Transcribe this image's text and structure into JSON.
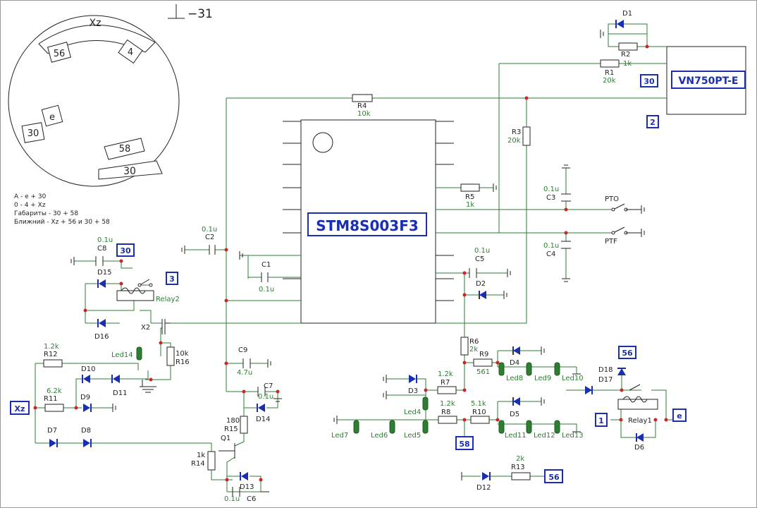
{
  "ground_title": "−31",
  "connector": {
    "pins": {
      "xz": "Xz",
      "p56": "56",
      "p4": "4",
      "e": "e",
      "p30a": "30",
      "p58": "58",
      "p30b": "30"
    }
  },
  "notes": {
    "line1": "A - e + 30",
    "line2": "0 - 4 + Xz",
    "line3": "Габариты - 30 + 58",
    "line4": "Ближний - Xz + 56 и 30 + 58"
  },
  "mcu": {
    "name": "STM8S003F3"
  },
  "driver": {
    "name": "VN750PT-E"
  },
  "terminals": {
    "t30_top": "30",
    "t2": "2",
    "t30_left": "30",
    "t3": "3",
    "txz": "Xz",
    "t58": "58",
    "t1": "1",
    "te": "e",
    "t56_right": "56",
    "t56_bottom": "56"
  },
  "labels": {
    "D1": "D1",
    "R2": "R2",
    "R2v": "1k",
    "R1": "R1",
    "R1v": "20k",
    "R4": "R4",
    "R4v": "10k",
    "R3": "R3",
    "R3v": "20k",
    "R5": "R5",
    "R5v": "1k",
    "C3": "C3",
    "C3v": "0.1u",
    "PTO": "PTO",
    "C4": "C4",
    "C4v": "0.1u",
    "PTF": "PTF",
    "C2": "C2",
    "C2v": "0.1u",
    "C1": "C1",
    "C1v": "0.1u",
    "C5": "C5",
    "C5v": "0.1u",
    "D2": "D2",
    "C8": "C8",
    "C8v": "0.1u",
    "D15": "D15",
    "D16": "D16",
    "Relay2": "Relay2",
    "X2": "X2",
    "R16": "R16",
    "R16v": "10k",
    "R12": "R12",
    "R12v": "1.2k",
    "Led14": "Led14",
    "D10": "D10",
    "D11": "D11",
    "R11": "R11",
    "R11v": "6.2k",
    "D9": "D9",
    "D7": "D7",
    "D8": "D8",
    "C9": "C9",
    "C9v": "4.7u",
    "C7": "C7",
    "C7v": "0.1u",
    "D14": "D14",
    "R15": "R15",
    "R15v": "180",
    "Q1": "Q1",
    "R14": "R14",
    "R14v": "1k",
    "D13": "D13",
    "C6": "C6",
    "C6v": "0.1u",
    "R6": "R6",
    "R6v": "2k",
    "R9": "R9",
    "R9v": "561",
    "D4": "D4",
    "Led8": "Led8",
    "Led9": "Led9",
    "Led10": "Led10",
    "D3": "D3",
    "R7": "R7",
    "R7v": "1.2k",
    "Led4": "Led4",
    "R8": "R8",
    "R8v": "1.2k",
    "R10": "R10",
    "R10v": "5.1k",
    "D5": "D5",
    "Led7": "Led7",
    "Led6": "Led6",
    "Led5": "Led5",
    "Led11": "Led11",
    "Led12": "Led12",
    "Led13": "Led13",
    "D18": "D18",
    "D17": "D17",
    "Relay1": "Relay1",
    "D6": "D6",
    "D12": "D12",
    "R13": "R13",
    "R13v": "2k"
  }
}
